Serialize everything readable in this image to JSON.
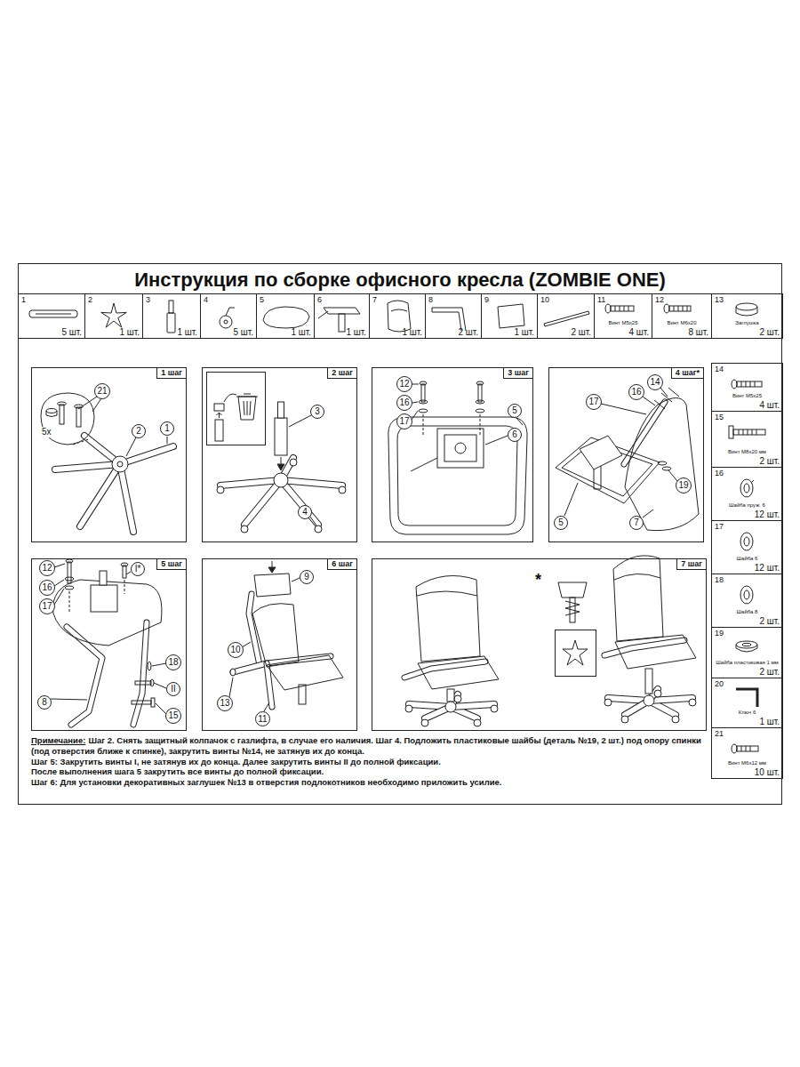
{
  "diagram": {
    "title": "Инструкция по сборке офисного кресла (ZOMBIE ONE)",
    "nodes": [
      {
        "text": [
          "1",
          "5 шт."
        ]
      },
      {
        "text": [
          "2",
          "1 шт."
        ]
      },
      {
        "text": [
          "3",
          "1 шт."
        ]
      },
      {
        "text": [
          "4",
          "5 шт."
        ]
      },
      {
        "text": [
          "5",
          "1 шт."
        ]
      },
      {
        "text": [
          "6",
          "1 шт."
        ]
      },
      {
        "text": [
          "7",
          "1 шт."
        ]
      },
      {
        "text": [
          "8",
          "2 шт."
        ]
      },
      {
        "text": [
          "9",
          "1 шт."
        ]
      },
      {
        "text": [
          "10",
          "2 шт."
        ]
      },
      {
        "text": [
          "11",
          "Винт M5x25",
          "4 шт."
        ]
      },
      {
        "text": [
          "12",
          "Винт M6x20",
          "8 шт."
        ]
      },
      {
        "text": [
          "13",
          "Заглушка",
          "2 шт."
        ]
      },
      {
        "text": [
          "1 шаг"
        ]
      },
      {
        "text": [
          "2 шаг"
        ]
      },
      {
        "text": [
          "3 шаг"
        ]
      },
      {
        "text": [
          "4 шаг*"
        ]
      },
      {
        "text": [
          "5 шаг"
        ]
      },
      {
        "text": [
          "6 шаг"
        ]
      },
      {
        "text": [
          "7 шаг"
        ]
      },
      {
        "text": [
          "14",
          "Винт M5x25",
          "4 шт."
        ]
      },
      {
        "text": [
          "15",
          "Винт M8x20 мм",
          "2 шт."
        ]
      },
      {
        "text": [
          "16",
          "Шайба пруж. 6",
          "12 шт."
        ]
      },
      {
        "text": [
          "17",
          "Шайба 6",
          "12 шт."
        ]
      },
      {
        "text": [
          "18",
          "Шайба 8",
          "2 шт."
        ]
      },
      {
        "text": [
          "19",
          "Шайба пластиковая 1 мм",
          "2 шт."
        ]
      },
      {
        "text": [
          "20",
          "Ключ 6",
          "1 шт."
        ]
      },
      {
        "text": [
          "21",
          "Винт M6x12 мм",
          "10 шт."
        ]
      }
    ],
    "labels": [
      "21",
      "5x",
      "2",
      "1",
      "3",
      "4",
      "12",
      "16",
      "17",
      "5",
      "6",
      "14",
      "16",
      "17",
      "19",
      "5",
      "7",
      "12",
      "16",
      "17",
      "I*",
      "8",
      "18",
      "II",
      "15",
      "9",
      "10",
      "13",
      "11",
      "*",
      "Примечание:",
      "Шаг 2. Снять защитный колпачок с газлифта, в случае его наличия. Шаг 4. Подложить пластиковые шайбы (деталь №19, 2 шт.) под опору спинки (под отверстия ближе к спинке), закрутить винты №14, не затянув их до конца.",
      "Шаг 5: Закрутить винты I, не затянув их до конца. Далее закрутить винты II до полной фиксации.",
      "После выполнения шага 5 закрутить все винты до полной фиксации.",
      "Шаг 6: Для установки декоративных заглушек №13 в отверстия подлокотников необходимо приложить усилие."
    ]
  }
}
